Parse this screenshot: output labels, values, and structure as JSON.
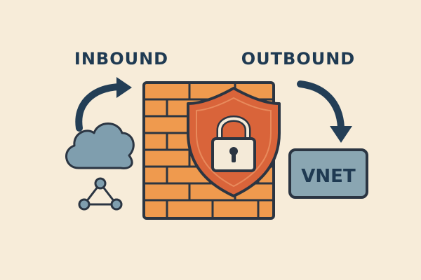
{
  "labels": {
    "inbound": "INBOUND",
    "outbound": "OUTBOUND",
    "vnet": "VNET"
  },
  "colors": {
    "background": "#f7ecd9",
    "brick": "#ef9a4e",
    "outline": "#2b3542",
    "shield": "#d9643a",
    "cloud": "#7f9eae",
    "vnet_box": "#8aa6b2",
    "text": "#1f3a52",
    "lock": "#f4ead8"
  },
  "icons": [
    "inbound-arrow-icon",
    "cloud-icon",
    "network-nodes-icon",
    "firewall-brick-icon",
    "shield-icon",
    "padlock-icon",
    "outbound-arrow-icon"
  ]
}
